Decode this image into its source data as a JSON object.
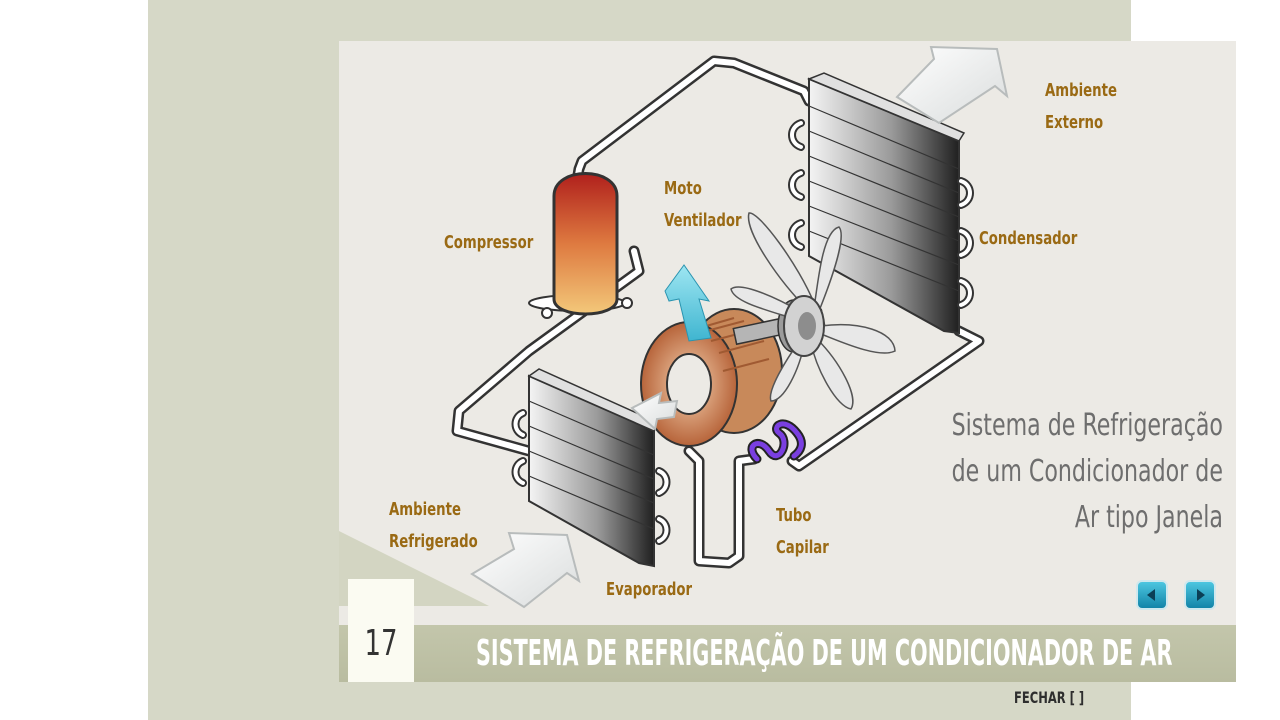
{
  "diagram": {
    "labels": {
      "ambiente_externo_1": "Ambiente",
      "ambiente_externo_2": "Externo",
      "moto_ventilador_1": "Moto",
      "moto_ventilador_2": "Ventilador",
      "compressor": "Compressor",
      "condensador": "Condensador",
      "ambiente_refrigerado_1": "Ambiente",
      "ambiente_refrigerado_2": "Refrigerado",
      "tubo_capilar_1": "Tubo",
      "tubo_capilar_2": "Capilar",
      "evaporador": "Evaporador"
    },
    "description": "Sistema de Refrigeração\nde um Condicionador de\nAr tipo Janela"
  },
  "slide": {
    "number": "17",
    "title": "SISTEMA DE REFRIGERAÇÃO DE UM CONDICIONADOR DE AR"
  },
  "controls": {
    "close_label": "FECHAR [   ]",
    "prev_icon": "arrow-left-icon",
    "next_icon": "arrow-right-icon"
  },
  "colors": {
    "label": "#9a6a14",
    "frame": "#d6d8c7",
    "stage": "#eceae5",
    "title_bar": "#bfc2a6",
    "nav_button": "#1a9cc2"
  }
}
